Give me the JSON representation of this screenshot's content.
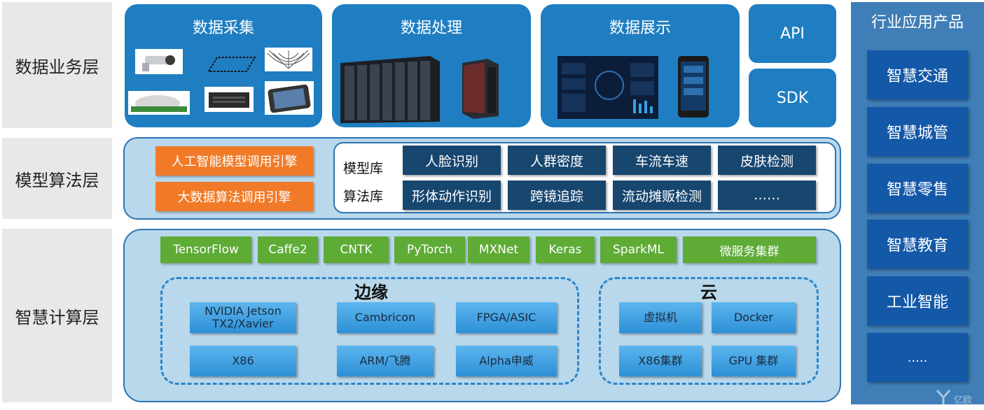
{
  "layers": {
    "business": "数据业务层",
    "model": "模型算法层",
    "compute": "智慧计算层"
  },
  "business": {
    "collection_title": "数据采集",
    "processing_title": "数据处理",
    "display_title": "数据展示",
    "api": "API",
    "sdk": "SDK"
  },
  "model": {
    "engines": [
      "人工智能模型调用引擎",
      "大数据算法调用引擎"
    ],
    "model_lib_label": "模型库",
    "algo_lib_label": "算法库",
    "model_items": [
      "人脸识别",
      "人群密度",
      "车流车速",
      "皮肤检测"
    ],
    "algo_items": [
      "形体动作识别",
      "跨镜追踪",
      "流动摊贩检测",
      "……"
    ]
  },
  "compute": {
    "frameworks": [
      "TensorFlow",
      "Caffe2",
      "CNTK",
      "PyTorch",
      "MXNet",
      "Keras",
      "SparkML",
      "微服务集群"
    ],
    "edge_title": "边缘",
    "cloud_title": "云",
    "edge_items": [
      "NVIDIA Jetson TX2/Xavier",
      "Cambricon",
      "FPGA/ASIC",
      "X86",
      "ARM/飞腾",
      "Alpha申威"
    ],
    "cloud_items": [
      "虚拟机",
      "Docker",
      "X86集群",
      "GPU 集群"
    ]
  },
  "industry": {
    "title": "行业应用产品",
    "items": [
      "智慧交通",
      "智慧城管",
      "智慧零售",
      "智慧教育",
      "工业智能",
      "....."
    ]
  },
  "watermark": "亿欧"
}
